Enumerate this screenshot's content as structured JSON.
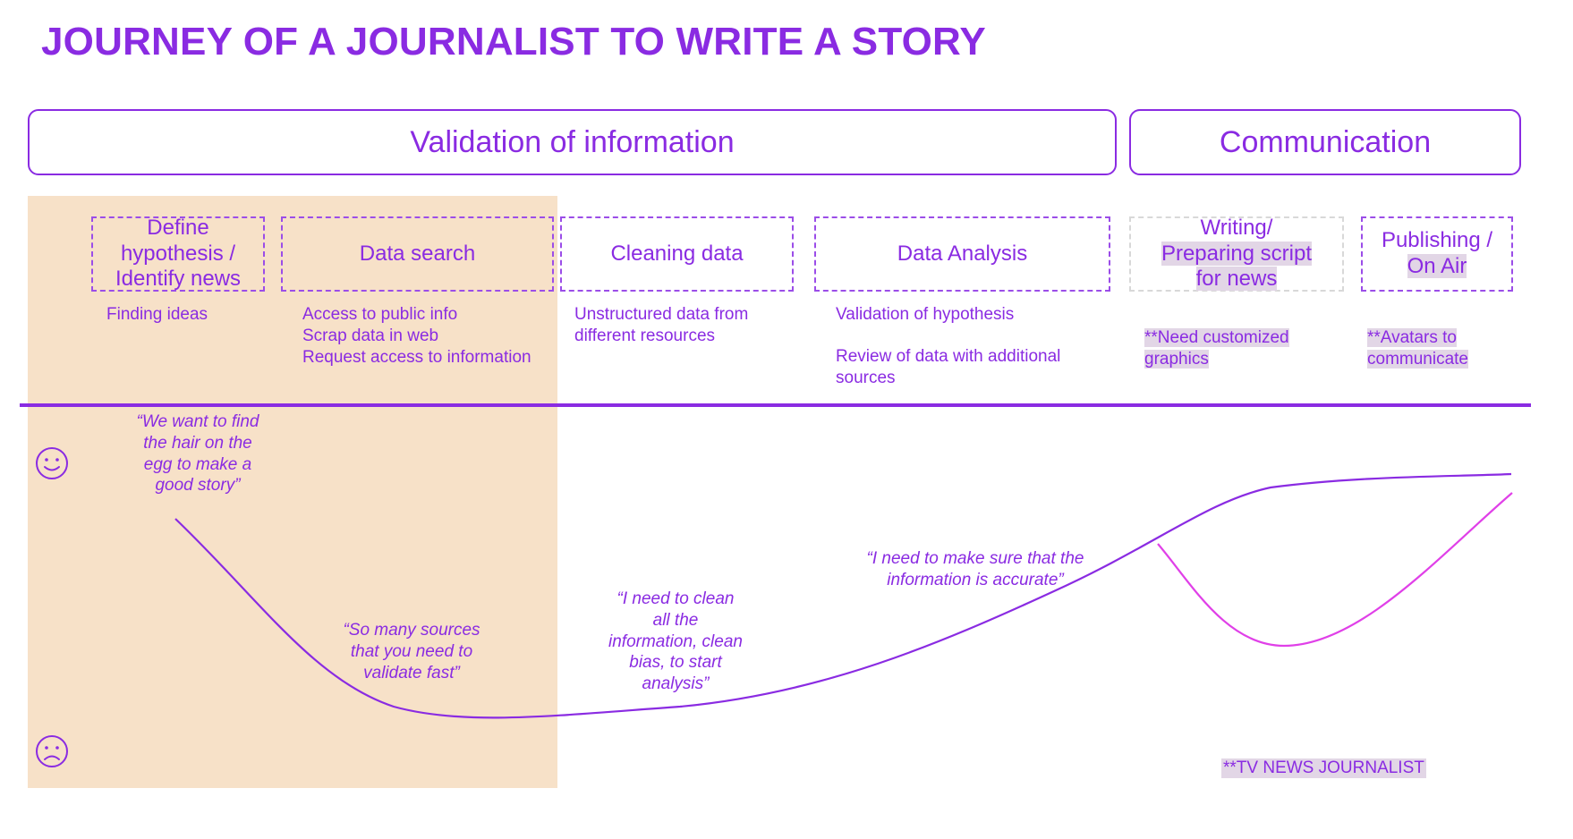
{
  "title": "JOURNEY OF A JOURNALIST TO WRITE A STORY",
  "phases": [
    {
      "label": "Validation  of information"
    },
    {
      "label": "Communication"
    }
  ],
  "stages": [
    {
      "lines": [
        "Define",
        "hypothesis /",
        "Identify news"
      ]
    },
    {
      "lines": [
        "Data search"
      ]
    },
    {
      "lines": [
        "Cleaning data"
      ]
    },
    {
      "lines": [
        "Data Analysis"
      ]
    },
    {
      "lines": [
        "Writing/",
        "Preparing script",
        "for news"
      ]
    },
    {
      "lines": [
        "Publishing /",
        "On Air"
      ]
    }
  ],
  "descriptions": [
    {
      "lines": [
        "Finding ideas"
      ]
    },
    {
      "lines": [
        "Access to public info",
        "Scrap data in web",
        "Request access to information"
      ]
    },
    {
      "lines": [
        "Unstructured data from",
        "different resources"
      ]
    },
    {
      "lines": [
        "Validation of  hypothesis",
        "",
        "Review of data with additional",
        "sources"
      ]
    },
    {
      "lines": [
        "**Need customized",
        "graphics"
      ]
    },
    {
      "lines": [
        "**Avatars to",
        "communicate"
      ]
    }
  ],
  "quotes": [
    {
      "lines": [
        "“We want to find",
        "the hair on the",
        "egg to make a",
        "good story”"
      ]
    },
    {
      "lines": [
        "“So many sources",
        "that you need to",
        "validate fast”"
      ]
    },
    {
      "lines": [
        "“I need to clean",
        "all the",
        "information, clean",
        "bias, to start",
        "analysis”"
      ]
    },
    {
      "lines": [
        "“I need to make sure that the",
        "information is accurate”"
      ]
    }
  ],
  "emotion_scale": {
    "top_icon": "happy-face-icon",
    "bottom_icon": "sad-face-icon"
  },
  "journey_curves": [
    {
      "name": "journalist",
      "color": "#8a2be2"
    },
    {
      "name": "tv-news-journalist",
      "color": "#e040e8"
    }
  ],
  "tv_tag": "**TV NEWS JOURNALIST",
  "colors": {
    "accent": "#8a2be2",
    "secondary_curve": "#e040e8",
    "highlight_column": "#f7e1c8",
    "text_highlight": "#e2d6e6"
  }
}
